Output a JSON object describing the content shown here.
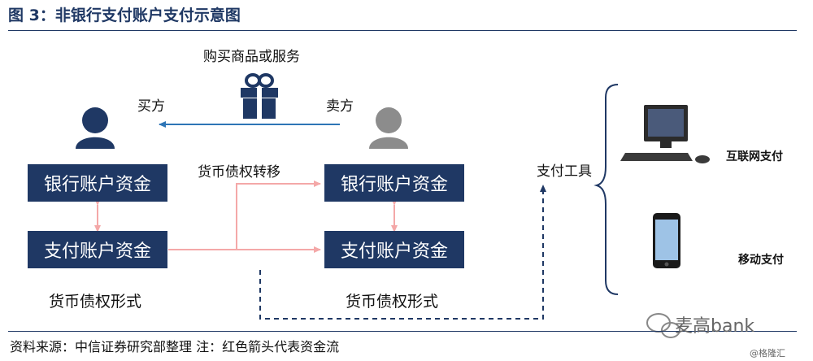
{
  "title": "图 3：非银行支付账户支付示意图",
  "labels": {
    "goods": "购买商品或服务",
    "buyer": "买方",
    "seller": "卖方",
    "debt_transfer": "货币债权转移",
    "payment_tools": "支付工具",
    "internet_payment": "互联网支付",
    "mobile_payment": "移动支付",
    "debt_form_left": "货币债权形式",
    "debt_form_right": "货币债权形式"
  },
  "boxes": {
    "bank_left": "银行账户资金",
    "pay_left": "支付账户资金",
    "bank_right": "银行账户资金",
    "pay_right": "支付账户资金"
  },
  "footer": {
    "source": "资料来源：中信证券研究部整理    注：红色箭头代表资金流",
    "watermark": "麦高bank",
    "watermark_sub": "@格隆汇"
  },
  "colors": {
    "navy": "#1f3864",
    "money_flow": "#f4a8a8",
    "goods_arrow": "#2e75b6",
    "buyer_icon": "#1f3864",
    "seller_icon": "#8c8c8c"
  }
}
